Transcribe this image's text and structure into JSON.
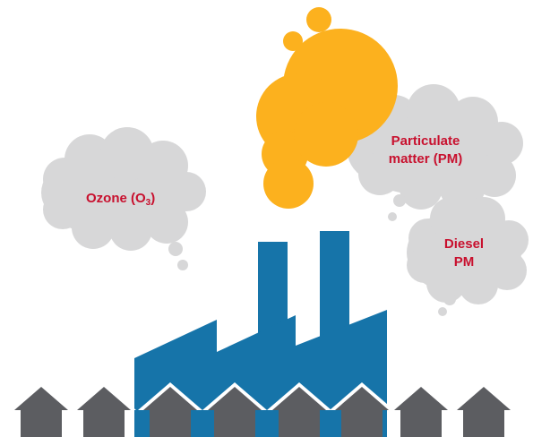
{
  "labels": {
    "ozone": {
      "text": "Ozone (O",
      "subscript": "3",
      "suffix": ")"
    },
    "particulate": {
      "line1": "Particulate",
      "line2": "matter (PM)"
    },
    "diesel": {
      "line1": "Diesel",
      "line2": "PM"
    }
  },
  "colors": {
    "cloud": "#d7d7d8",
    "smoke": "#fcb11e",
    "factory": "#1674a9",
    "house": "#5c5d61",
    "label_text": "#c8102e"
  },
  "icons": {
    "factory": "factory-icon",
    "house": "house-icon",
    "smoke": "smoke-plume-icon",
    "cloud": "thought-cloud-icon"
  }
}
